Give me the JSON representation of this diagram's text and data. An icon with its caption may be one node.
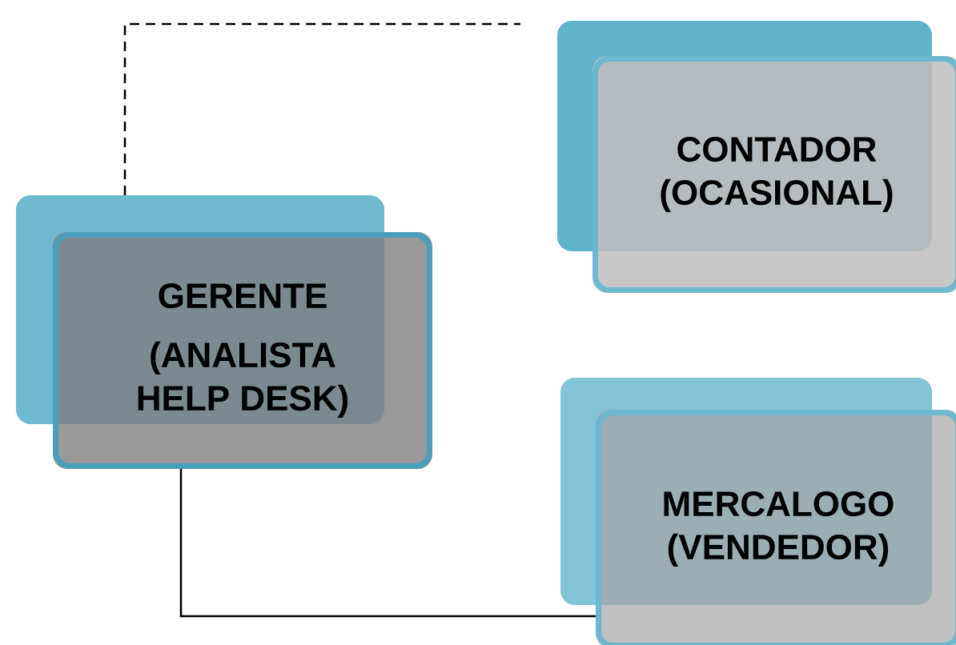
{
  "diagram": {
    "nodes": [
      {
        "text": [
          "GERENTE",
          "(ANALISTA HELP DESK)"
        ]
      },
      {
        "text": [
          "CONTADOR (OCASIONAL)"
        ]
      },
      {
        "text": [
          "MERCALOGO (VENDEDOR)"
        ]
      }
    ],
    "edges": [
      {
        "from": 0,
        "to": 1,
        "arrow": "none",
        "style": "dashed"
      },
      {
        "from": 0,
        "to": 2,
        "arrow": "none"
      }
    ]
  }
}
